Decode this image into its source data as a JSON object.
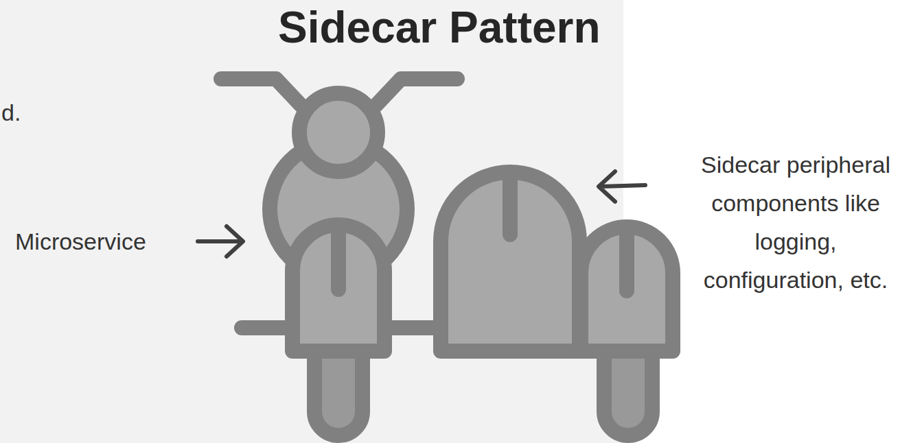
{
  "diagram": {
    "title": "Sidecar Pattern",
    "labels": [
      "d.",
      "Microservice",
      "Sidecar peripheral components like logging, configuration, etc."
    ]
  }
}
